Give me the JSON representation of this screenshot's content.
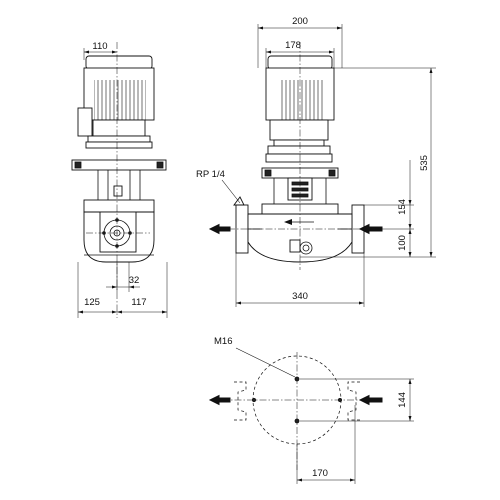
{
  "front_view": {
    "dimensions": {
      "motor_half_width": "110",
      "shaft_offset": "32",
      "left_foot": "125",
      "right_foot": "117"
    }
  },
  "side_view": {
    "dimensions": {
      "overall_width": "200",
      "motor_width": "178",
      "total_height": "535",
      "flange_height": "154",
      "shaft_height": "100",
      "port_to_port": "340"
    },
    "labels": {
      "vent_plug": "RP 1/4"
    }
  },
  "base_plan": {
    "dimensions": {
      "bolt_spacing_vertical": "144",
      "bolt_spacing_horizontal": "170"
    },
    "labels": {
      "bolt_thread": "M16"
    }
  }
}
